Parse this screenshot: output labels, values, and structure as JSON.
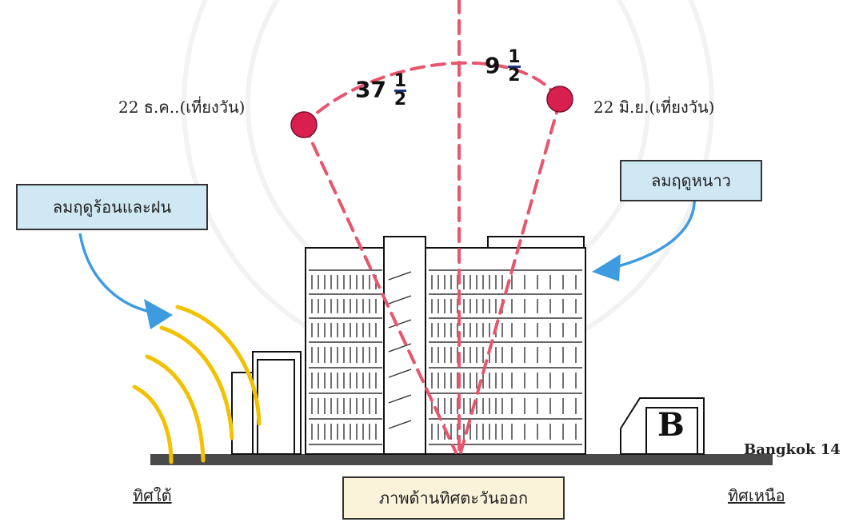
{
  "diagram": {
    "date_winter_noon": "22 ธ.ค..(เที่ยงวัน)",
    "date_summer_noon": "22 มิ.ย.(เที่ยงวัน)",
    "angle_winter_whole": "37",
    "angle_summer_whole": "9",
    "fraction_numerator": "1",
    "fraction_denominator": "2",
    "wind_hot_rainy": "ลมฤดูร้อนและฝน",
    "wind_cold": "ลมฤดูหนาว",
    "direction_south": "ทิศใต้",
    "direction_north": "ทิศเหนือ",
    "view_caption": "ภาพด้านทิศตะวันออก",
    "neighbor_label": "B",
    "city_label": "Bangkok 14"
  },
  "colors": {
    "sun_path": "#e8556d",
    "sun": "#d81f4d",
    "wind_arrow": "#3f9be0",
    "heat_arcs": "#f2c200",
    "wind_box_bg": "#cfe8f4",
    "caption_box_bg": "#fbf3d9",
    "ground": "#4a4a4a"
  }
}
